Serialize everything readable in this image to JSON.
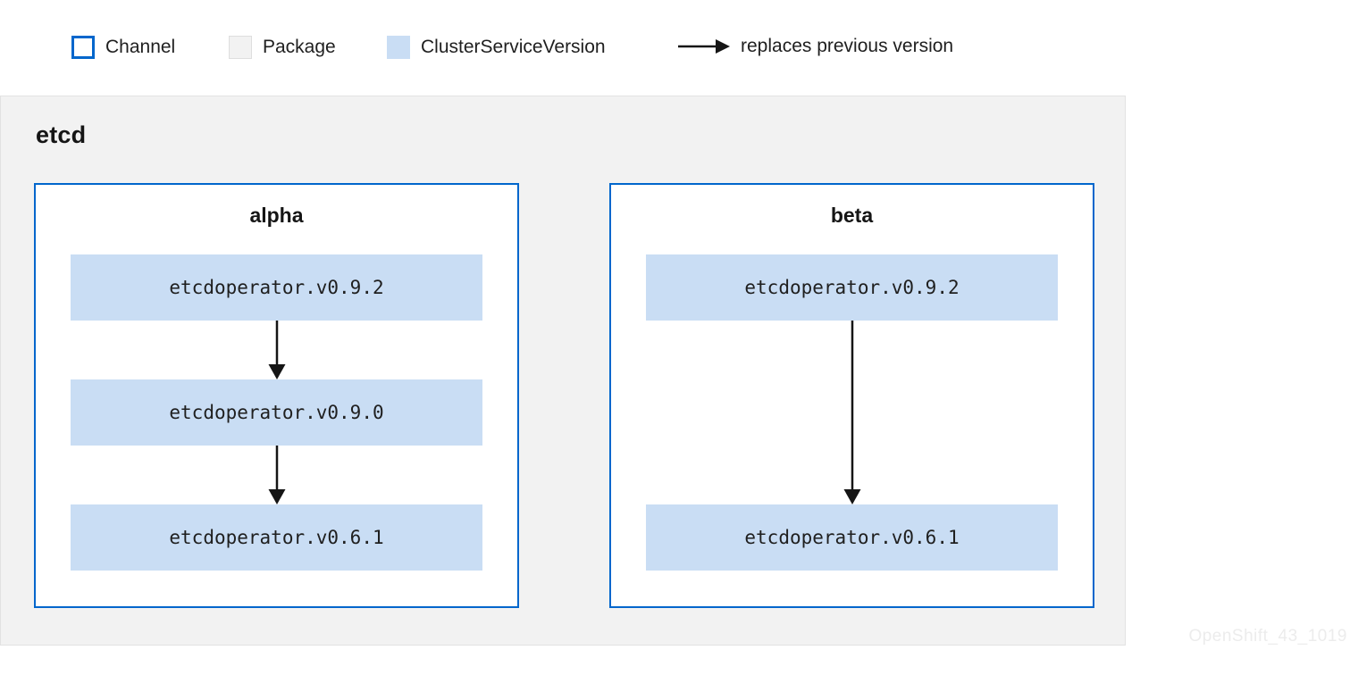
{
  "legend": {
    "items": [
      {
        "key": "channel",
        "label": "Channel"
      },
      {
        "key": "package",
        "label": "Package"
      },
      {
        "key": "csv",
        "label": "ClusterServiceVersion"
      },
      {
        "key": "replaces",
        "label": "replaces previous version"
      }
    ]
  },
  "package": {
    "name": "etcd",
    "channels": [
      {
        "name": "alpha",
        "csvs": [
          "etcdoperator.v0.9.2",
          "etcdoperator.v0.9.0",
          "etcdoperator.v0.6.1"
        ]
      },
      {
        "name": "beta",
        "csvs": [
          "etcdoperator.v0.9.2",
          "etcdoperator.v0.6.1"
        ]
      }
    ]
  },
  "watermark": "OpenShift_43_1019",
  "colors": {
    "channel_border": "#0066cc",
    "package_fill": "#f2f2f2",
    "package_border": "#e2e2e2",
    "csv_fill": "#c9ddf4",
    "arrow": "#151515",
    "text": "#151515",
    "watermark": "#ececec"
  }
}
